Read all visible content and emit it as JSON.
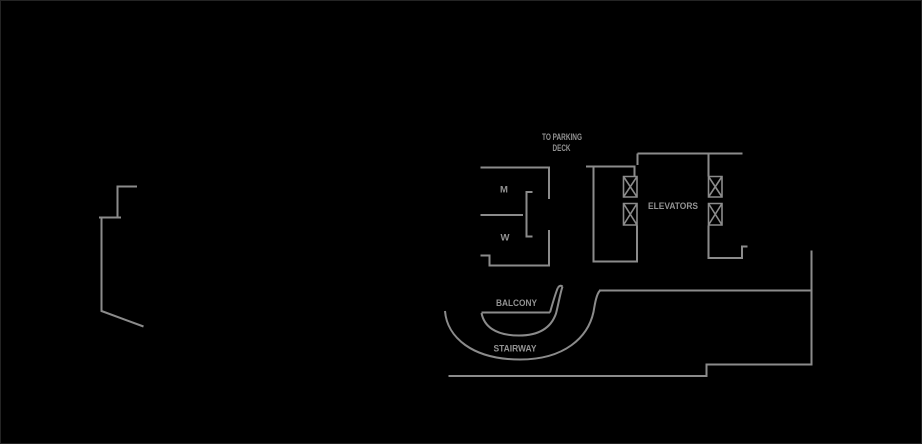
{
  "floor_plan": {
    "background_color": "#000000",
    "wall_color": "#8b8b8b",
    "label_color": "#939393",
    "labels": {
      "parking_line1": "TO PARKING",
      "parking_line2": "DECK",
      "mens_room": "M",
      "womens_room": "W",
      "elevators": "ELEVATORS",
      "balcony": "BALCONY",
      "stairway": "STAIRWAY"
    }
  }
}
